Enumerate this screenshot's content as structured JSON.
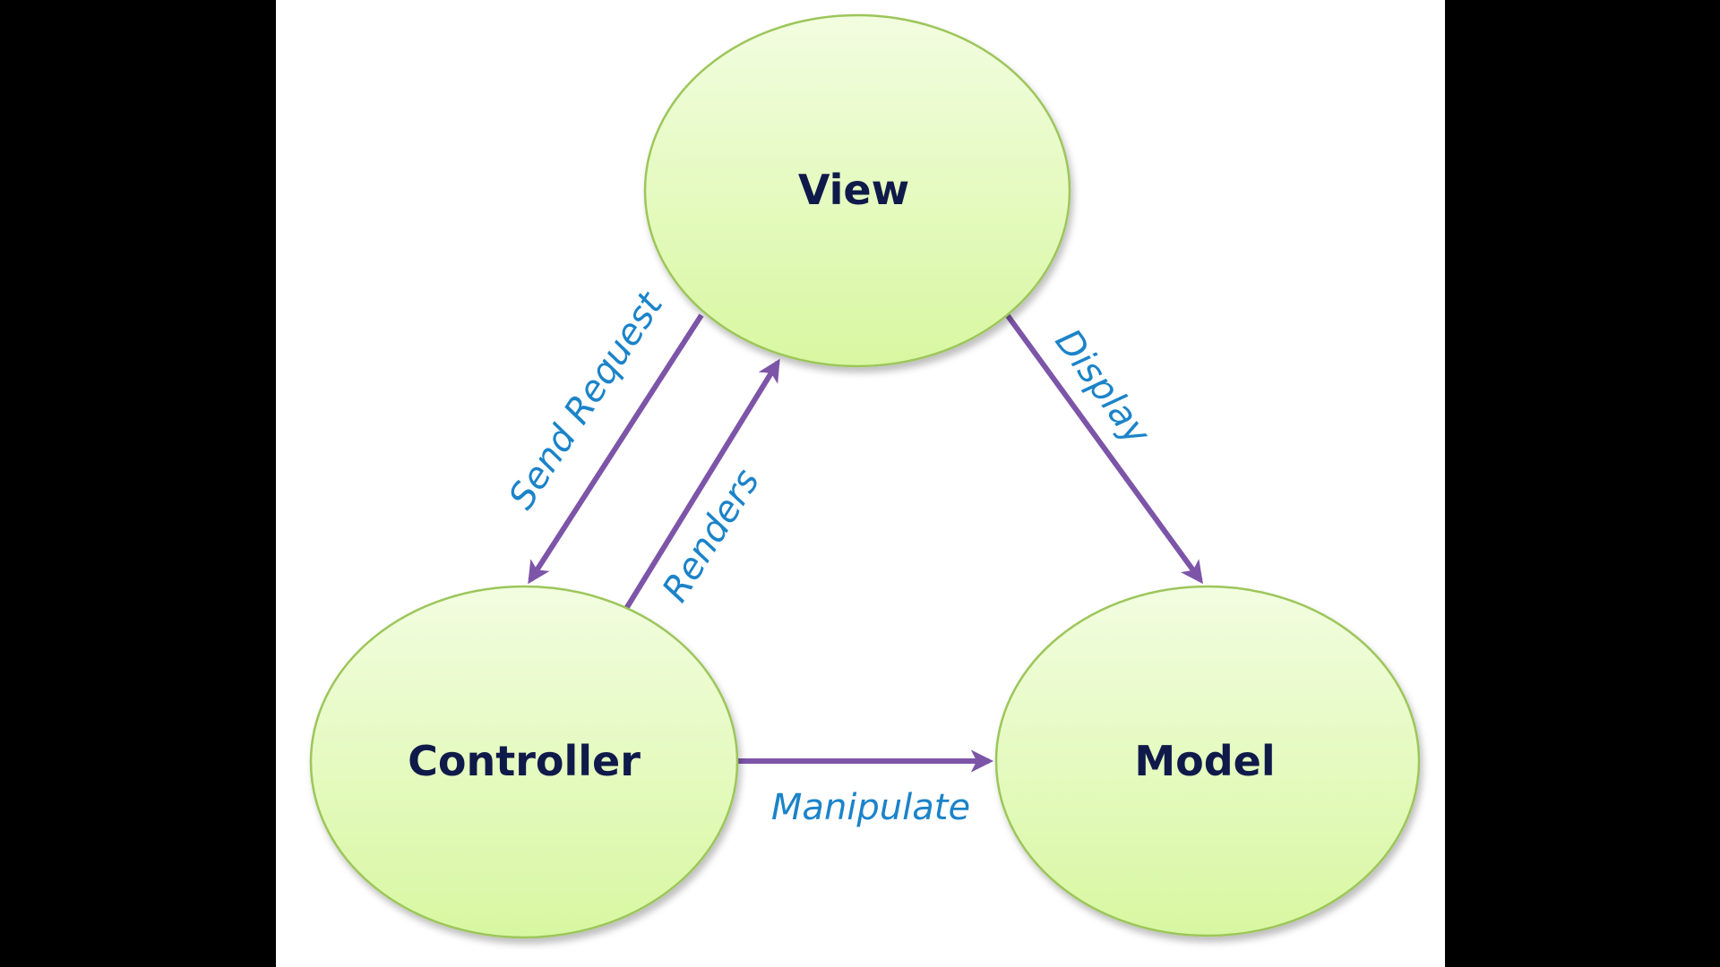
{
  "diagram": {
    "title": "MVC pattern",
    "colors": {
      "node_fill_top": "#f2fde0",
      "node_fill_bottom": "#d8f7a1",
      "node_stroke": "#9cc65a",
      "node_text": "#0f1a4a",
      "arrow": "#7d55a8",
      "edge_text": "#1b83c9",
      "background": "#ffffff",
      "letterbox": "#000000"
    },
    "nodes": [
      {
        "id": "view",
        "label": "View"
      },
      {
        "id": "controller",
        "label": "Controller"
      },
      {
        "id": "model",
        "label": "Model"
      }
    ],
    "edges": [
      {
        "id": "send-request",
        "from": "view",
        "to": "controller",
        "label": "Send Request"
      },
      {
        "id": "renders",
        "from": "controller",
        "to": "view",
        "label": "Renders"
      },
      {
        "id": "display",
        "from": "view",
        "to": "model",
        "label": "Display"
      },
      {
        "id": "manipulate",
        "from": "controller",
        "to": "model",
        "label": "Manipulate"
      }
    ]
  }
}
